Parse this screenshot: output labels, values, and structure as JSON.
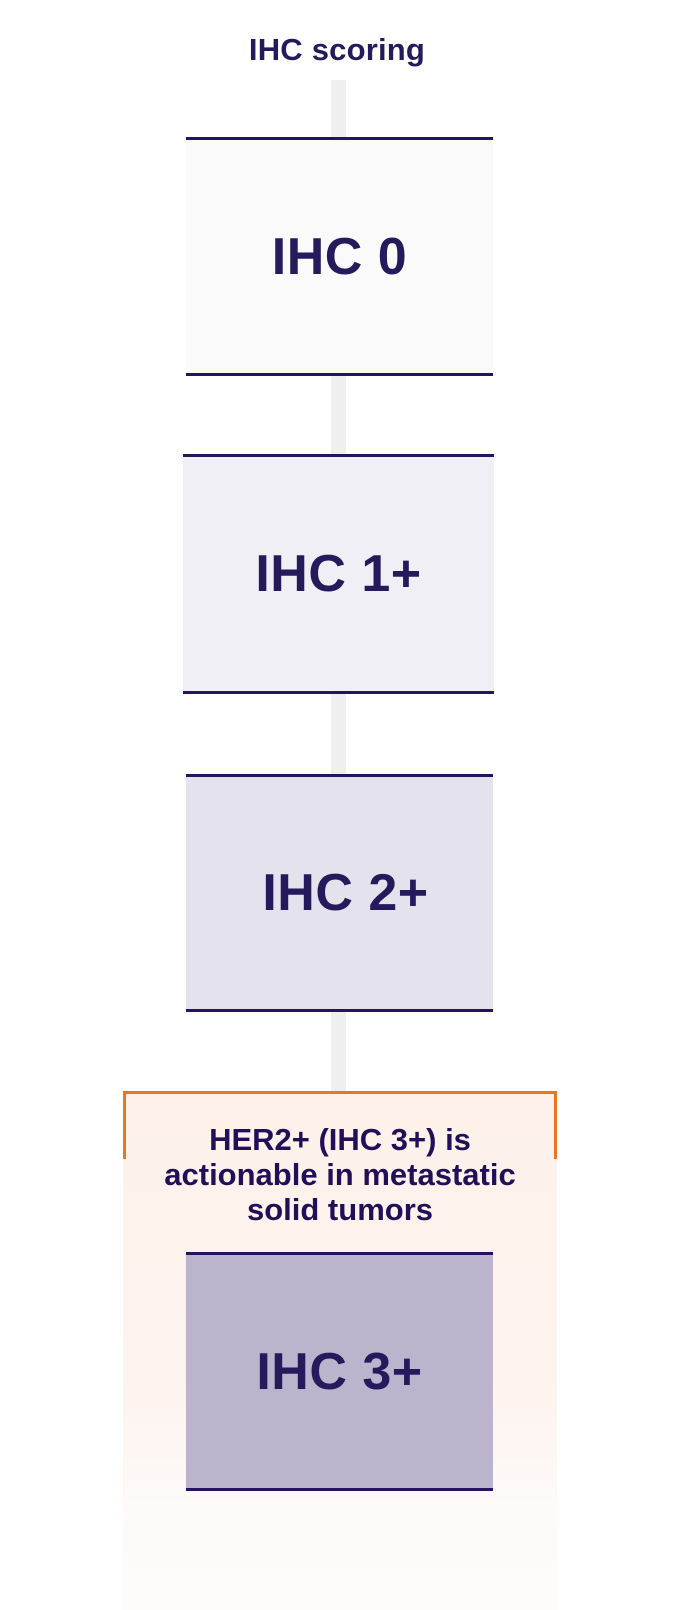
{
  "title": "IHC scoring",
  "scores": [
    {
      "label": "IHC 0",
      "fill": "#FAFAFA"
    },
    {
      "label": "IHC 1+",
      "fill": "#F0EFF5"
    },
    {
      "label": "IHC 2+",
      "fill": "#E4E2ED"
    },
    {
      "label": "IHC 3+",
      "fill": "#BCB4CD"
    }
  ],
  "callout": {
    "lines": [
      "HER2+ (IHC 3+) is",
      "actionable in metastatic",
      "solid tumors"
    ],
    "accent_color": "#E87722",
    "panel_color": "#FDF1EA"
  },
  "colors": {
    "text": "#261A5C",
    "rule": "#26135E",
    "connector": "#EFEFEF"
  }
}
